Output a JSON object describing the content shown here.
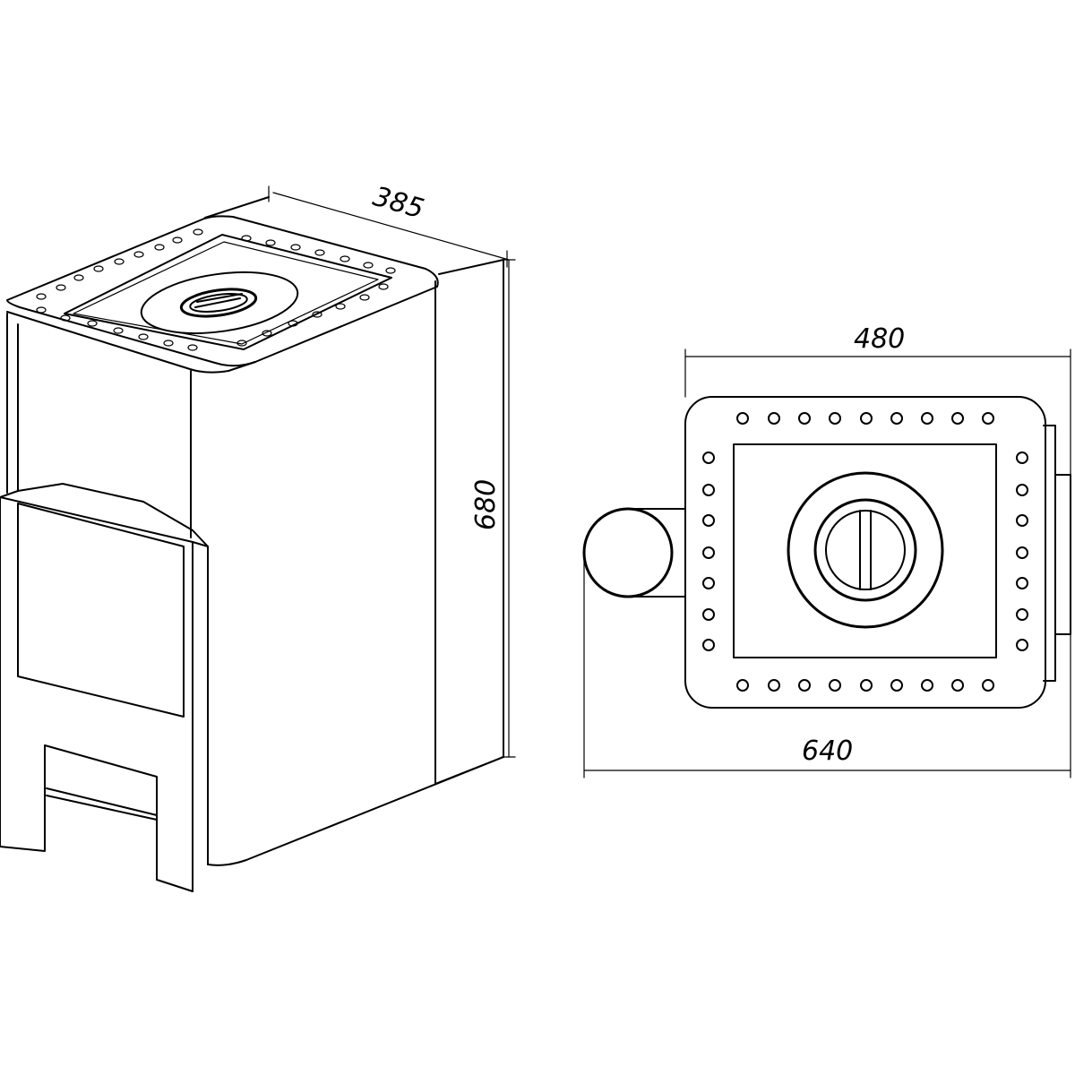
{
  "dimensions": {
    "depth": "385",
    "height": "680",
    "top_width": "480",
    "overall_width": "640"
  },
  "colors": {
    "line": "#000000",
    "background": "#ffffff"
  }
}
